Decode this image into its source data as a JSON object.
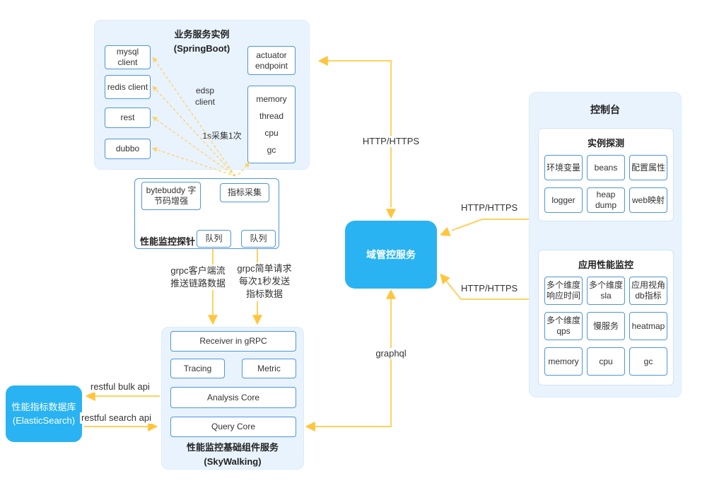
{
  "springboot": {
    "title": "业务服务实例",
    "subtitle": "(SpringBoot)",
    "clients": [
      "mysql client",
      "redis client",
      "rest",
      "dubbo"
    ],
    "edsp_client": "edsp client",
    "actuator": "actuator endpoint",
    "metrics": [
      "memory",
      "thread",
      "cpu",
      "gc"
    ],
    "sample_note": "1s采集1次"
  },
  "probe": {
    "title": "性能监控探针",
    "bytebuddy": "bytebuddy 字节码增强",
    "metric_collect": "指标采集",
    "queues": [
      "队列",
      "队列"
    ]
  },
  "domain_service": {
    "label": "域管控服务"
  },
  "console": {
    "title": "控制台",
    "instance_probe": {
      "title": "实例探测",
      "items": [
        "环境变量",
        "beans",
        "配置属性",
        "logger",
        "heap dump",
        "web映射"
      ]
    },
    "apm": {
      "title": "应用性能监控",
      "items": [
        "多个维度响应时间",
        "多个维度sla",
        "应用视角db指标",
        "多个维度qps",
        "慢服务",
        "heatmap",
        "memory",
        "cpu",
        "gc"
      ]
    }
  },
  "skywalking": {
    "title": "性能监控基础组件服务",
    "subtitle": "(SkyWalking)",
    "receiver": "Receiver in gRPC",
    "tracing": "Tracing",
    "metric": "Metric",
    "analysis_core": "Analysis Core",
    "query_core": "Query Core"
  },
  "elasticsearch": {
    "title": "性能指标数据库",
    "subtitle": "(ElasticSearch)"
  },
  "edges": {
    "http_top": "HTTP/HTTPS",
    "http_console_upper": "HTTP/HTTPS",
    "http_console_lower": "HTTP/HTTPS",
    "graphql": "graphql",
    "grpc_stream": [
      "grpc客户端流",
      "推送链路数据"
    ],
    "grpc_simple": [
      "grpc简单请求",
      "每次1秒发送",
      "指标数据"
    ],
    "restful_bulk": "restful bulk api",
    "restful_search": "restful search api"
  },
  "colors": {
    "container_bg": "#e9f3fd",
    "box_border": "#4e96d9",
    "accent_blue": "#29b3f2",
    "arrow": "#ffd15f"
  }
}
